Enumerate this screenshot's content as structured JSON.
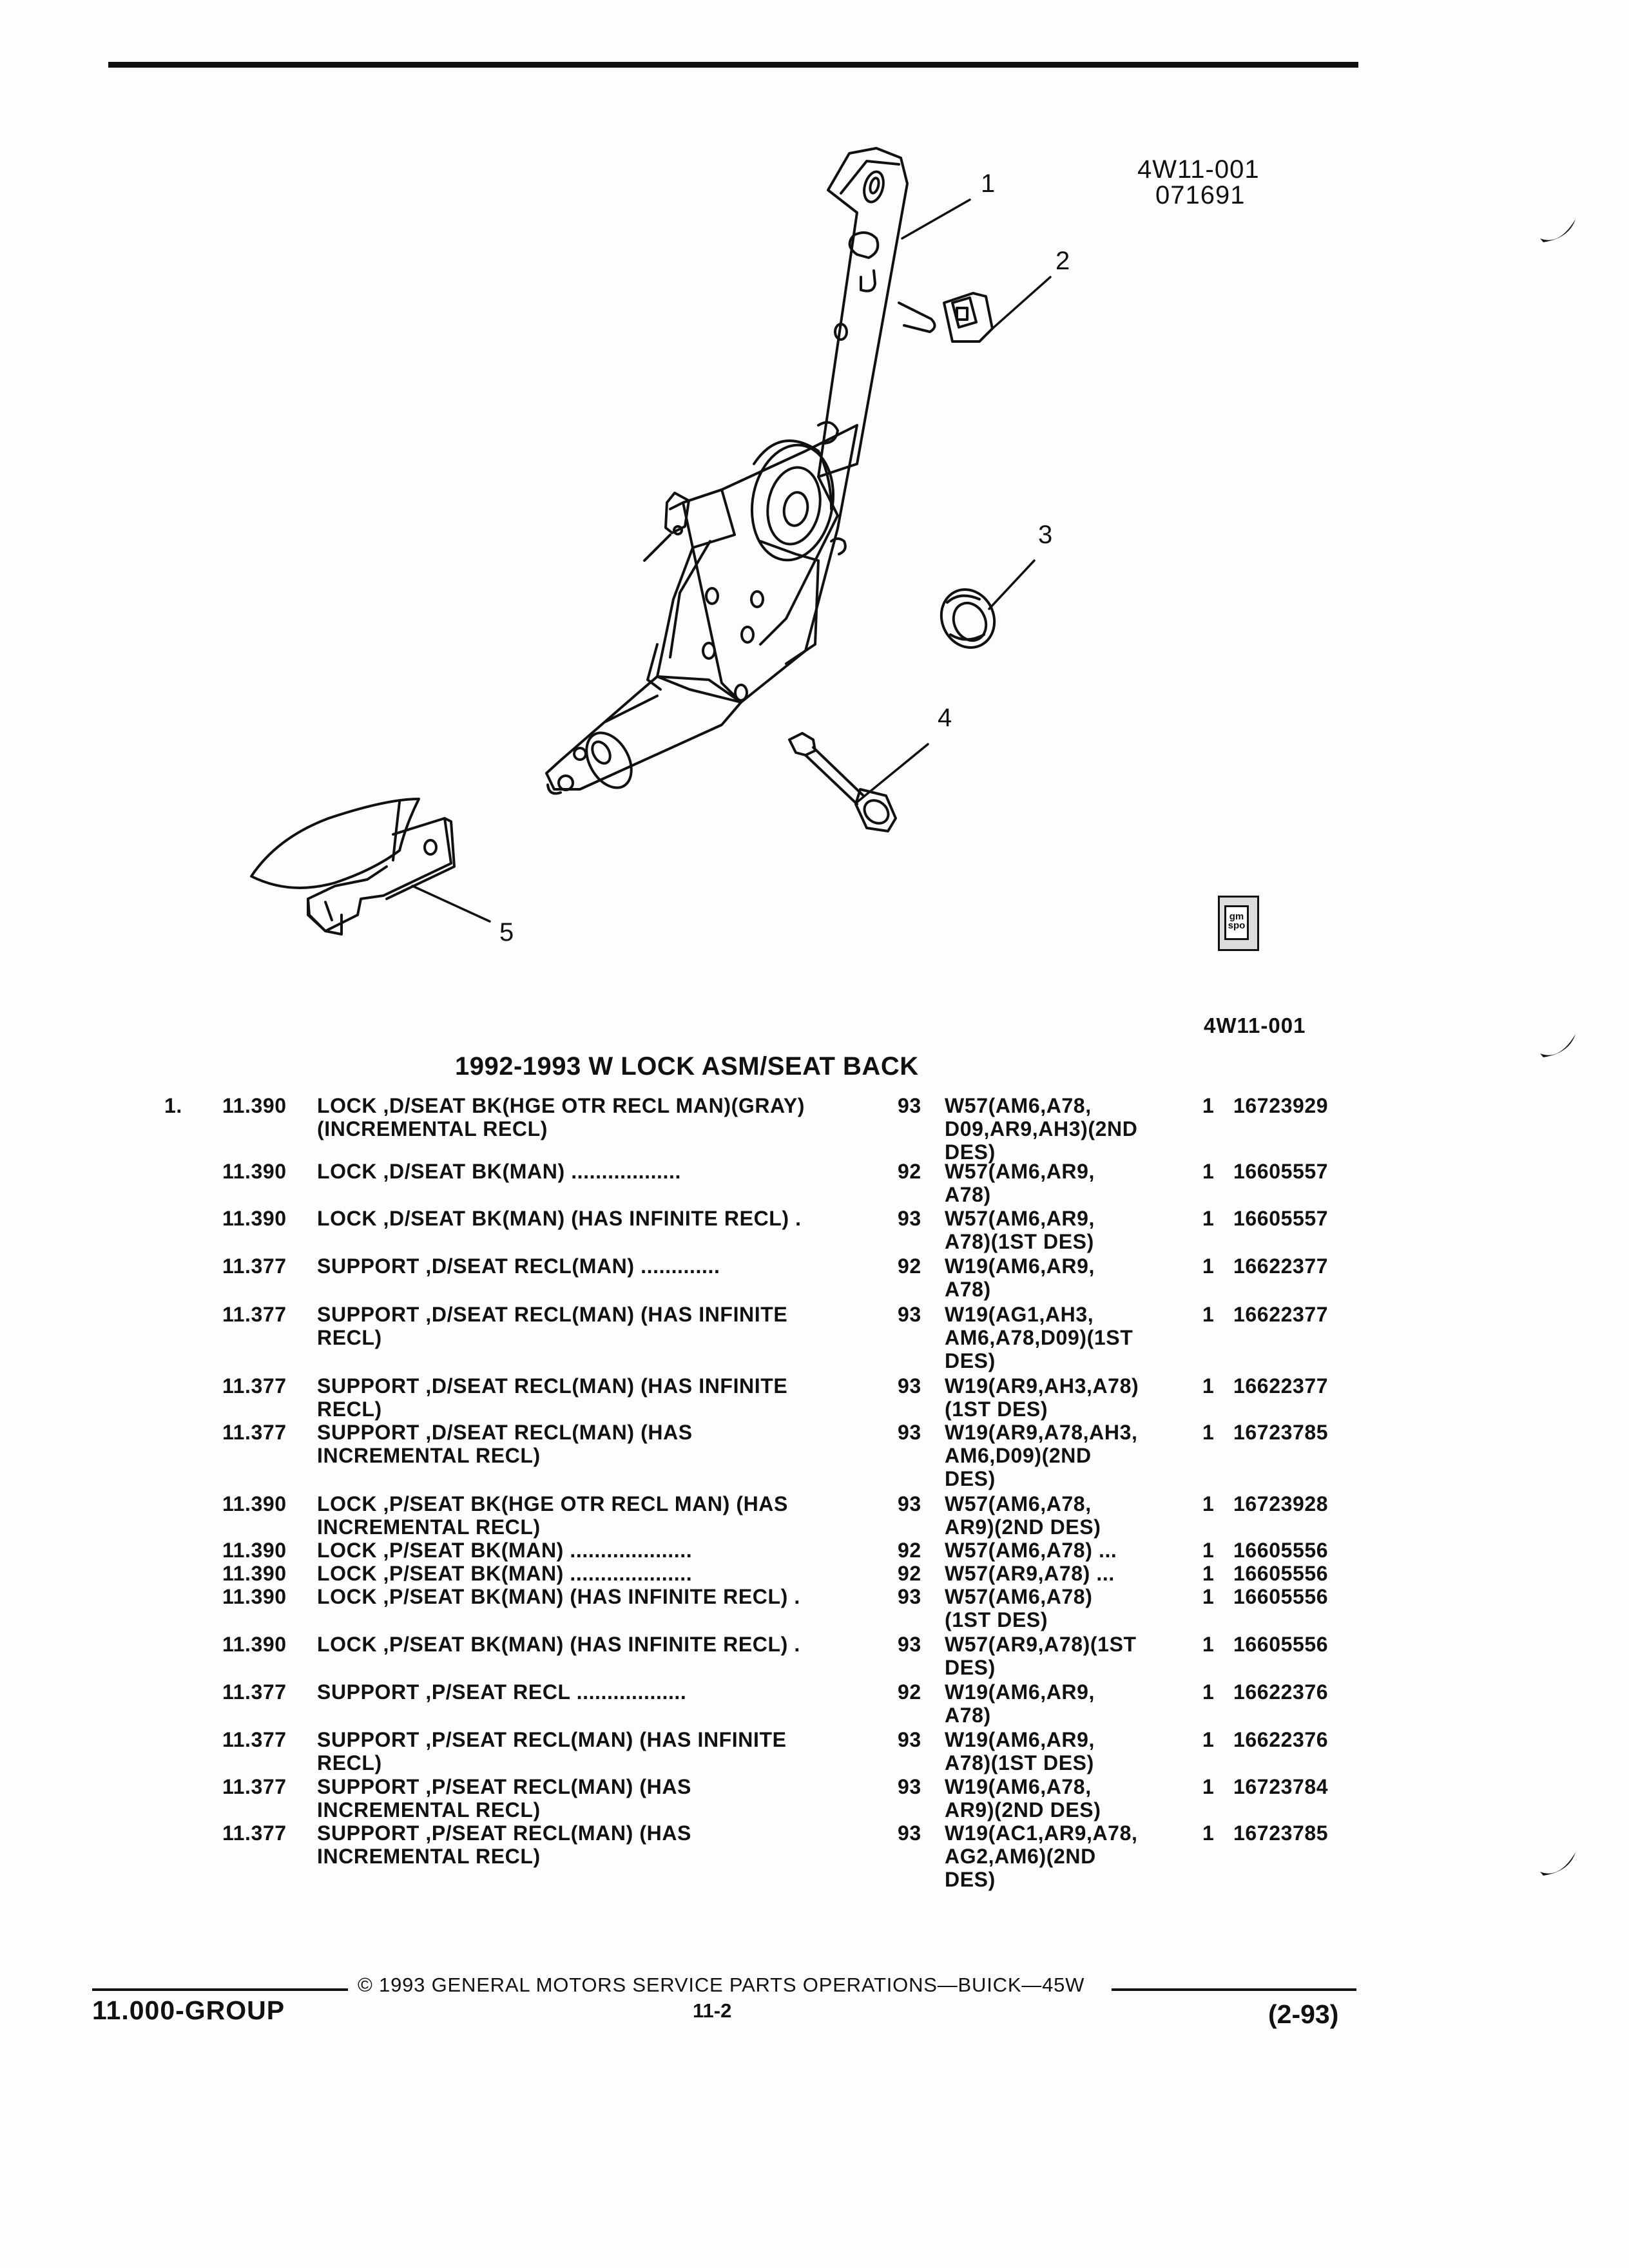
{
  "figure": {
    "code_line1": "4W11-001",
    "code_line2": "071691",
    "reference": "4W11-001",
    "logo_text": [
      "gm",
      "spo"
    ],
    "callouts": [
      "1",
      "2",
      "3",
      "4",
      "5"
    ]
  },
  "title": "1992-1993 W LOCK ASM/SEAT BACK",
  "rows": [
    {
      "item": "1.",
      "section": "11.390",
      "description": "LOCK ,D/SEAT BK(HGE OTR RECL MAN)(GRAY)\n(INCREMENTAL RECL)",
      "year": "93",
      "usage": "W57(AM6,A78,\nD09,AR9,AH3)(2ND\nDES)",
      "qty": "1",
      "part": "16723929"
    },
    {
      "item": "",
      "section": "11.390",
      "description": "LOCK ,D/SEAT BK(MAN) ..................",
      "year": "92",
      "usage": "W57(AM6,AR9,\nA78)",
      "qty": "1",
      "part": "16605557"
    },
    {
      "item": "",
      "section": "11.390",
      "description": "LOCK ,D/SEAT BK(MAN) (HAS INFINITE RECL) .",
      "year": "93",
      "usage": "W57(AM6,AR9,\nA78)(1ST DES)",
      "qty": "1",
      "part": "16605557"
    },
    {
      "item": "",
      "section": "11.377",
      "description": "SUPPORT ,D/SEAT RECL(MAN) .............",
      "year": "92",
      "usage": "W19(AM6,AR9,\nA78)",
      "qty": "1",
      "part": "16622377"
    },
    {
      "item": "",
      "section": "11.377",
      "description": "SUPPORT ,D/SEAT RECL(MAN) (HAS INFINITE\nRECL)",
      "year": "93",
      "usage": "W19(AG1,AH3,\nAM6,A78,D09)(1ST\nDES)",
      "qty": "1",
      "part": "16622377"
    },
    {
      "item": "",
      "section": "11.377",
      "description": "SUPPORT ,D/SEAT RECL(MAN) (HAS INFINITE\nRECL)",
      "year": "93",
      "usage": "W19(AR9,AH3,A78)\n(1ST DES)",
      "qty": "1",
      "part": "16622377"
    },
    {
      "item": "",
      "section": "11.377",
      "description": "SUPPORT ,D/SEAT RECL(MAN) (HAS\nINCREMENTAL RECL)",
      "year": "93",
      "usage": "W19(AR9,A78,AH3,\nAM6,D09)(2ND\nDES)",
      "qty": "1",
      "part": "16723785"
    },
    {
      "item": "",
      "section": "11.390",
      "description": "LOCK ,P/SEAT BK(HGE OTR RECL MAN) (HAS\nINCREMENTAL RECL)",
      "year": "93",
      "usage": "W57(AM6,A78,\nAR9)(2ND DES)",
      "qty": "1",
      "part": "16723928"
    },
    {
      "item": "",
      "section": "11.390",
      "description": "LOCK ,P/SEAT BK(MAN) ....................",
      "year": "92",
      "usage": "W57(AM6,A78) ...",
      "qty": "1",
      "part": "16605556"
    },
    {
      "item": "",
      "section": "11.390",
      "description": "LOCK ,P/SEAT BK(MAN) ....................",
      "year": "92",
      "usage": "W57(AR9,A78) ...",
      "qty": "1",
      "part": "16605556"
    },
    {
      "item": "",
      "section": "11.390",
      "description": "LOCK ,P/SEAT BK(MAN) (HAS INFINITE RECL) .",
      "year": "93",
      "usage": "W57(AM6,A78)\n(1ST DES)",
      "qty": "1",
      "part": "16605556"
    },
    {
      "item": "",
      "section": "11.390",
      "description": "LOCK ,P/SEAT BK(MAN) (HAS INFINITE RECL) .",
      "year": "93",
      "usage": "W57(AR9,A78)(1ST\nDES)",
      "qty": "1",
      "part": "16605556"
    },
    {
      "item": "",
      "section": "11.377",
      "description": "SUPPORT ,P/SEAT RECL ..................",
      "year": "92",
      "usage": "W19(AM6,AR9,\nA78)",
      "qty": "1",
      "part": "16622376"
    },
    {
      "item": "",
      "section": "11.377",
      "description": "SUPPORT ,P/SEAT RECL(MAN) (HAS INFINITE\nRECL)",
      "year": "93",
      "usage": "W19(AM6,AR9,\nA78)(1ST DES)",
      "qty": "1",
      "part": "16622376"
    },
    {
      "item": "",
      "section": "11.377",
      "description": "SUPPORT ,P/SEAT RECL(MAN) (HAS\nINCREMENTAL RECL)",
      "year": "93",
      "usage": "W19(AM6,A78,\nAR9)(2ND DES)",
      "qty": "1",
      "part": "16723784"
    },
    {
      "item": "",
      "section": "11.377",
      "description": "SUPPORT ,P/SEAT RECL(MAN) (HAS\nINCREMENTAL RECL)",
      "year": "93",
      "usage": "W19(AC1,AR9,A78,\nAG2,AM6)(2ND\nDES)",
      "qty": "1",
      "part": "16723785"
    }
  ],
  "footer": {
    "copyright": "© 1993 GENERAL MOTORS SERVICE PARTS OPERATIONS—BUICK—45W",
    "group": "11.000-GROUP",
    "page": "11-2",
    "date": "(2-93)"
  }
}
